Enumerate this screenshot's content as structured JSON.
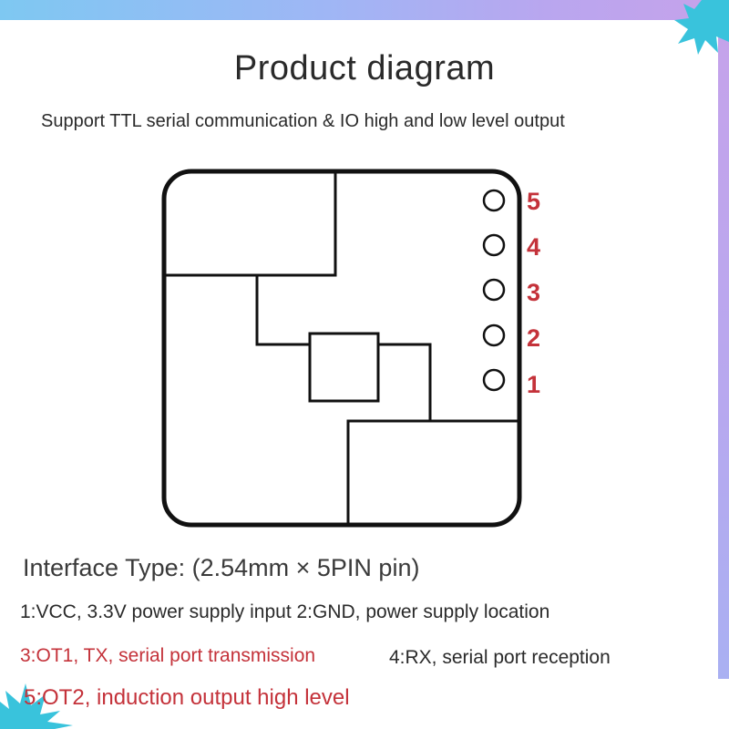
{
  "header": {
    "title": "Product diagram",
    "subtitle": "Support TTL serial communication & IO high and low level output"
  },
  "diagram": {
    "pins": [
      {
        "label": "5"
      },
      {
        "label": "4"
      },
      {
        "label": "3"
      },
      {
        "label": "2"
      },
      {
        "label": "1"
      }
    ],
    "stroke_color": "#111111",
    "pin_label_color": "#c4323a"
  },
  "notes": {
    "interface": "Interface Type: (2.54mm × 5PIN pin)",
    "vcc_gnd": "1:VCC, 3.3V power supply input 2:GND, power supply location",
    "ot1_tx": "3:OT1, TX, serial port transmission",
    "rx": "4:RX, serial port reception",
    "ot2": "5:OT2, induction output high level"
  },
  "colors": {
    "accent_red": "#c4323a",
    "frame_blue": "#7ec8f2",
    "frame_purple": "#c6a2ea",
    "splash_cyan": "#39c3dc"
  }
}
